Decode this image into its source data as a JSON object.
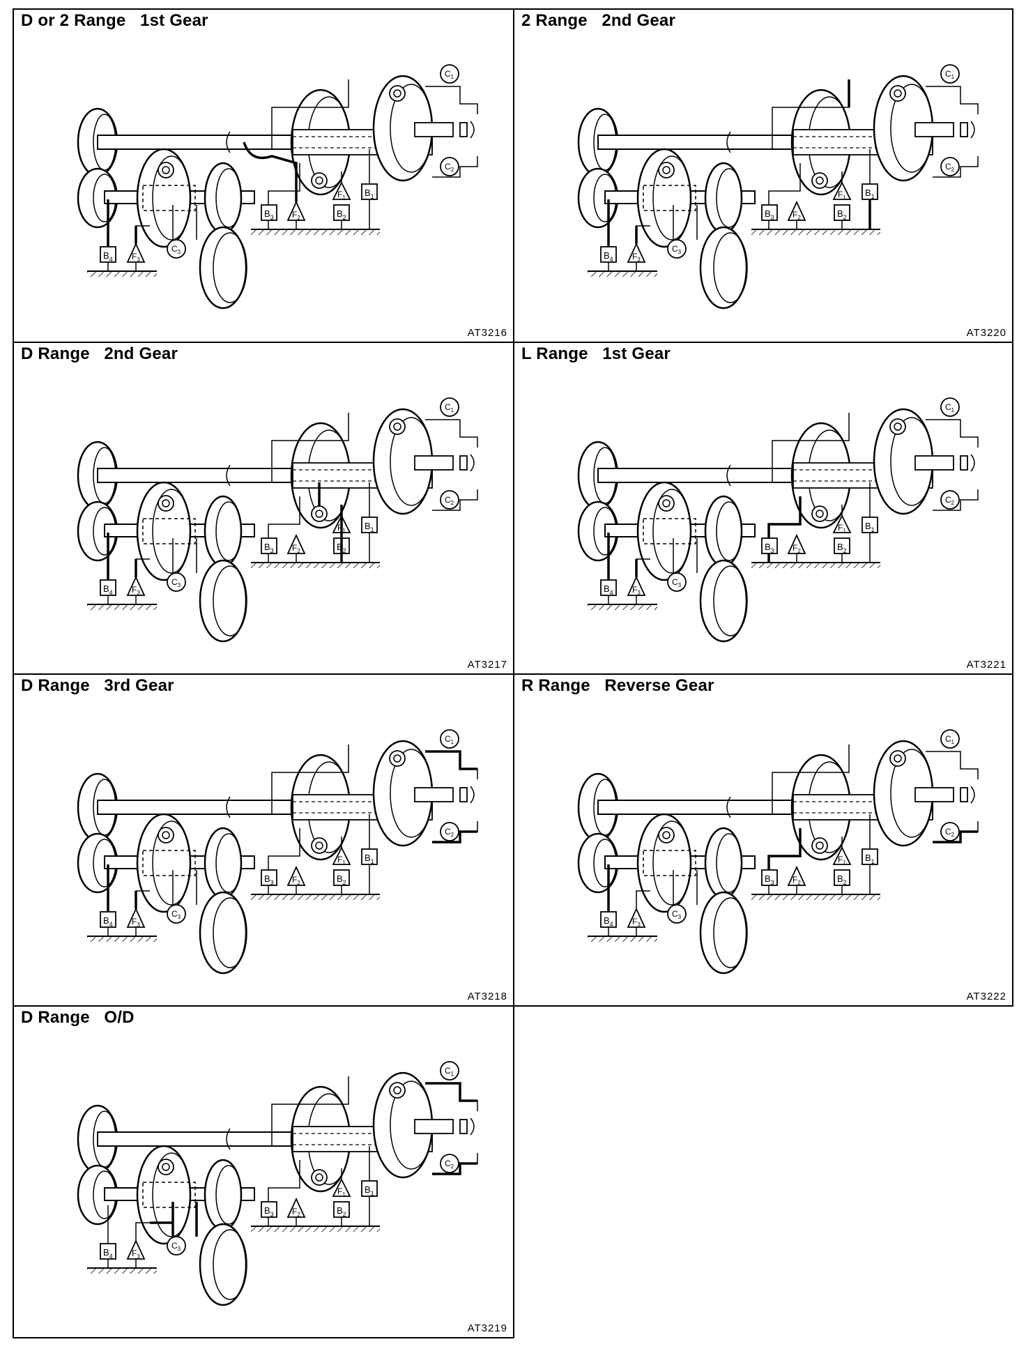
{
  "panels": [
    {
      "title": "D or 2 Range   1st Gear",
      "code": "AT3216"
    },
    {
      "title": "2 Range   2nd Gear",
      "code": "AT3220"
    },
    {
      "title": "D Range   2nd Gear",
      "code": "AT3217"
    },
    {
      "title": "L Range   1st Gear",
      "code": "AT3221"
    },
    {
      "title": "D Range   3rd Gear",
      "code": "AT3218"
    },
    {
      "title": "R Range   Reverse Gear",
      "code": "AT3222"
    },
    {
      "title": "D Range   O/D",
      "code": "AT3219"
    }
  ],
  "component_labels": {
    "c1": "C",
    "c1_sub": "1",
    "c2": "C",
    "c2_sub": "2",
    "c3": "C",
    "c3_sub": "3",
    "b1": "B",
    "b1_sub": "1",
    "b2": "B",
    "b2_sub": "2",
    "b3": "B",
    "b3_sub": "3",
    "b4": "B",
    "b4_sub": "4",
    "f1": "F",
    "f1_sub": "1",
    "f2": "F",
    "f2_sub": "2",
    "f3": "F",
    "f3_sub": "3"
  }
}
